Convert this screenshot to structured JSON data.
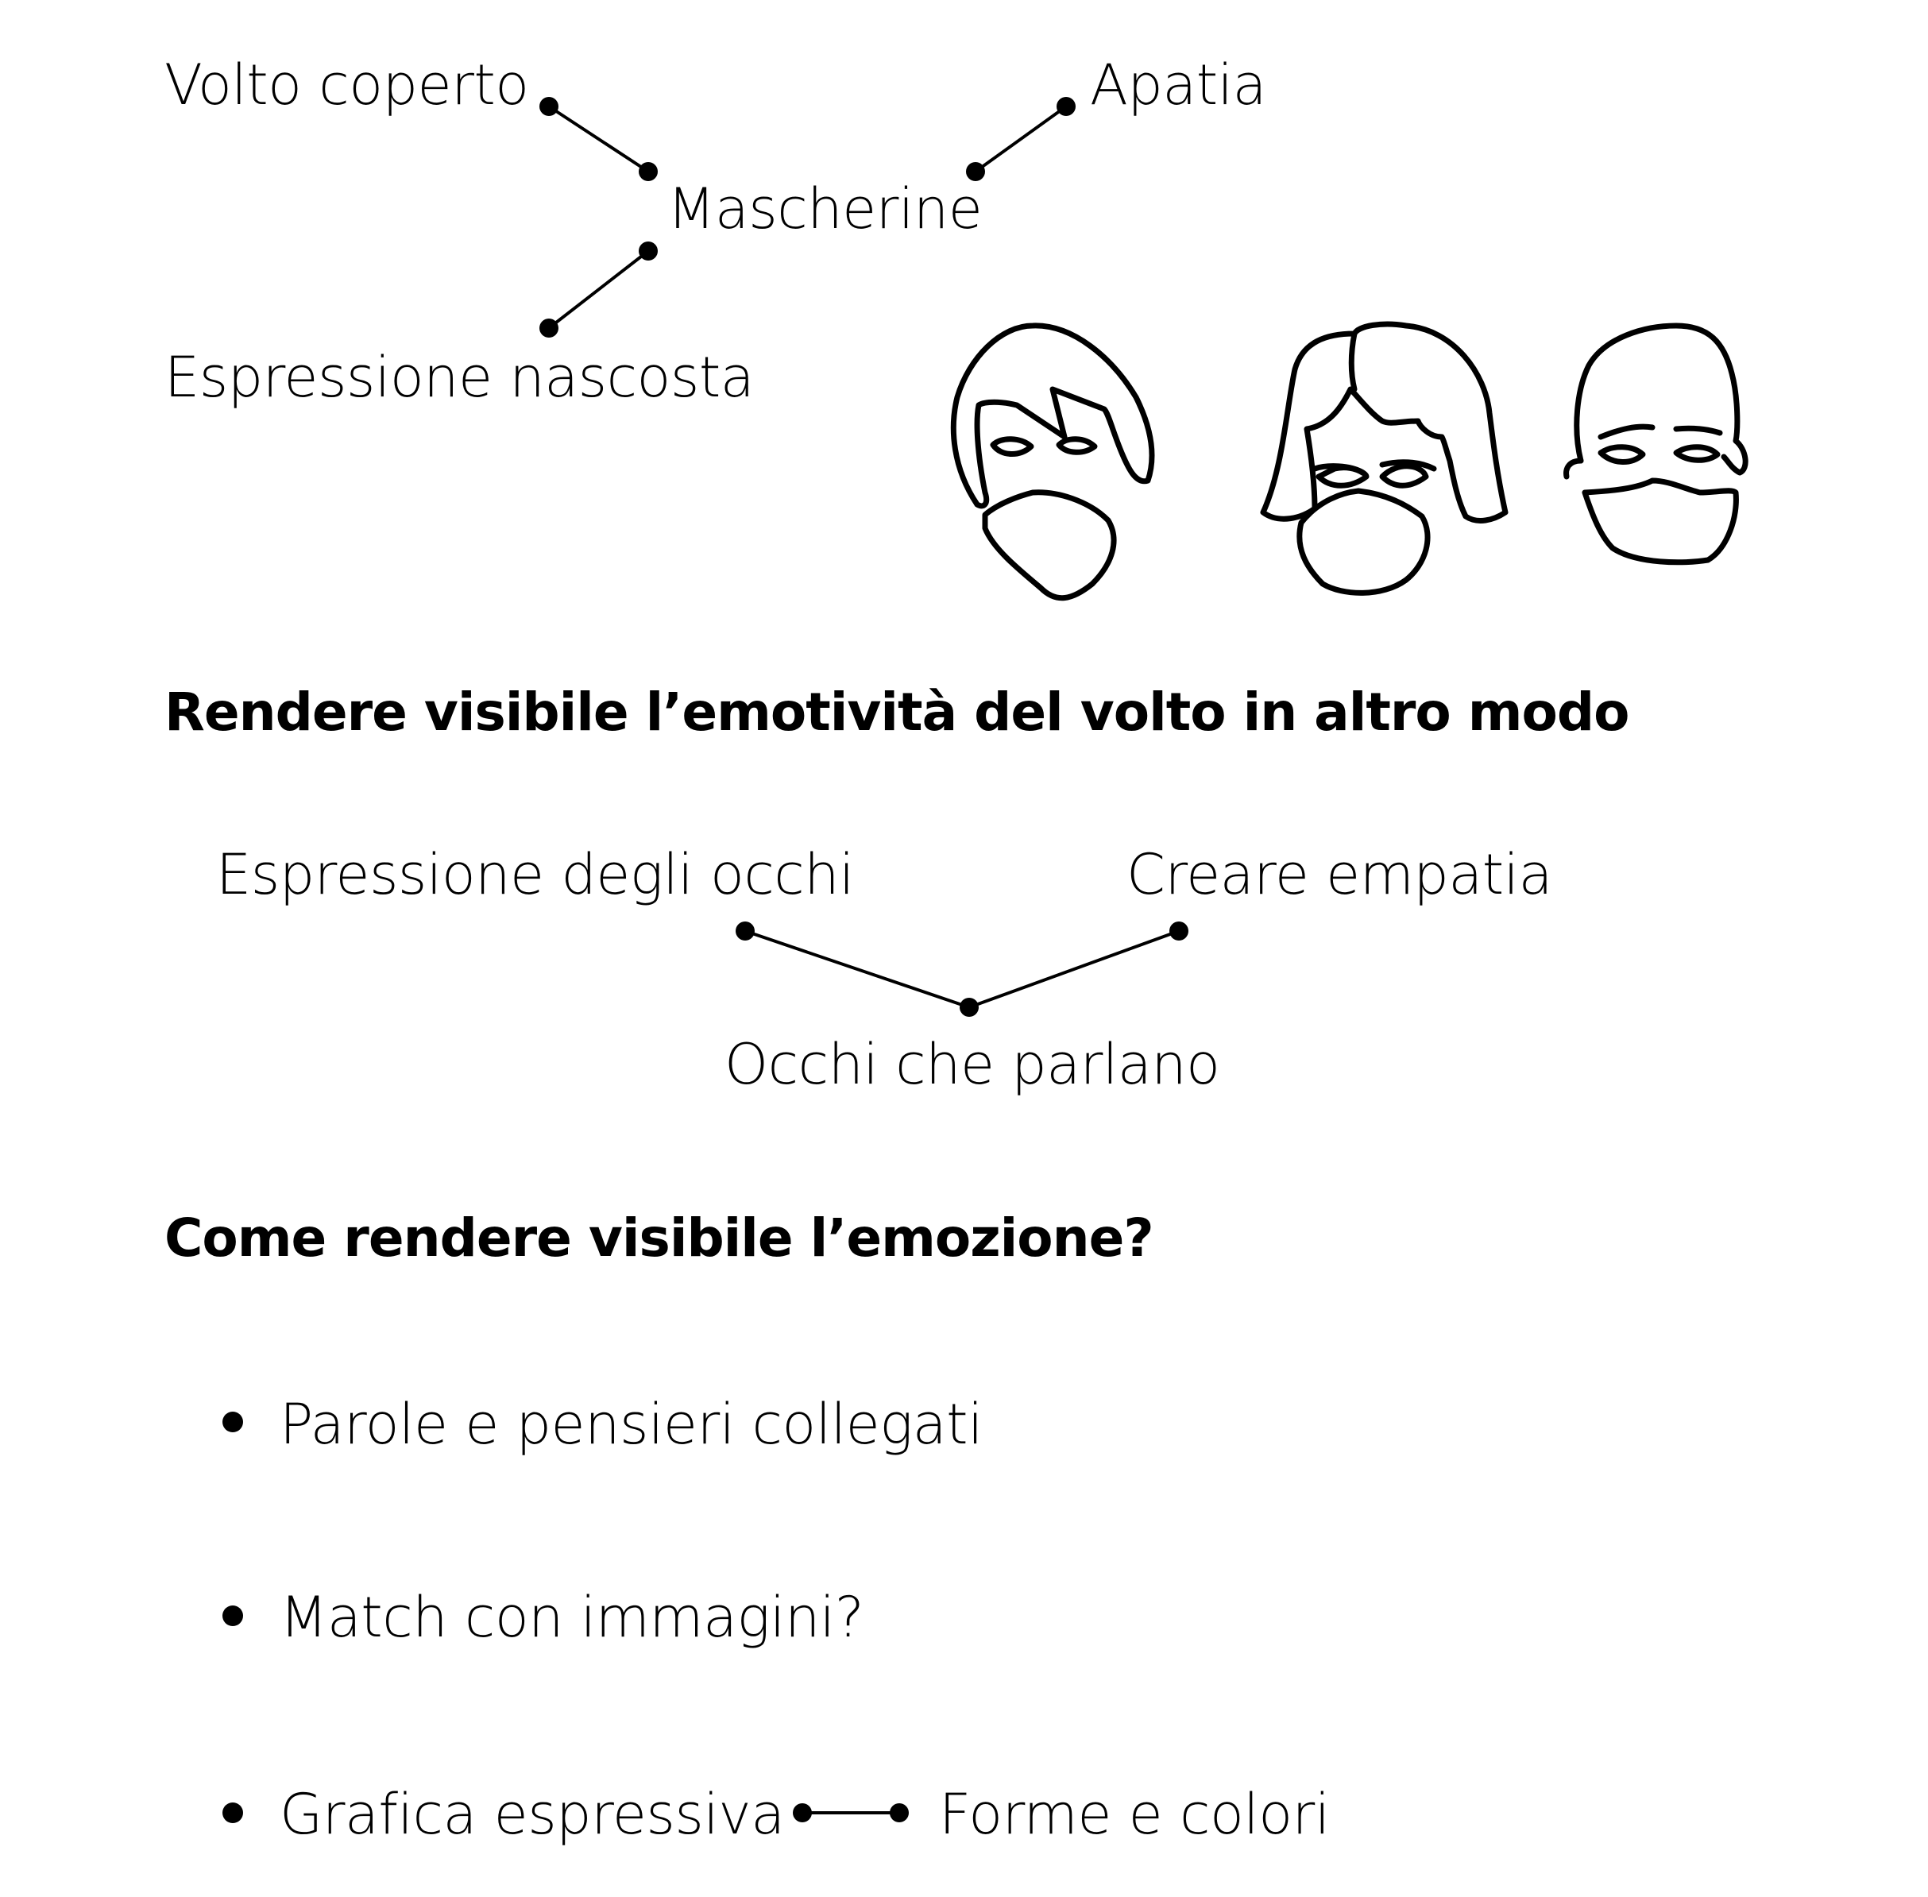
{
  "mindmap1": {
    "center": "Mascherine",
    "nodes": [
      "Volto coperto",
      "Apatia",
      "Espressione nascosta"
    ]
  },
  "faces": {
    "icons": [
      "face-with-mask-short-hair-icon",
      "face-with-mask-long-hair-icon",
      "face-with-mask-bald-icon"
    ]
  },
  "section1": {
    "heading": "Rendere visibile l’emotività del volto in altro modo"
  },
  "mindmap2": {
    "center": "Occhi che parlano",
    "nodes": [
      "Espressione degli occhi",
      "Creare empatia"
    ]
  },
  "section2": {
    "heading": "Come rendere visibile l’emozione?"
  },
  "list": {
    "items": [
      "Parole e pensieri collegati",
      "Match con immagini?",
      "Grafica espressiva"
    ],
    "linked": "Forme e colori"
  },
  "colors": {
    "ink": "#000000",
    "background": "#ffffff"
  }
}
